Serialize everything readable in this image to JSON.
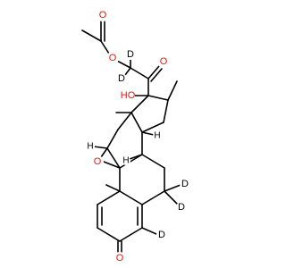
{
  "molecule": {
    "atom_labels": {
      "ester_carbonyl_O": "O",
      "ester_O": "O",
      "ketone_O": "O",
      "hydroxyl": "HO",
      "epoxide_O": "O",
      "ring_ketone_O": "O",
      "deuterium_1": "D",
      "deuterium_2": "D",
      "deuterium_3": "D",
      "deuterium_4": "D",
      "deuterium_5": "D",
      "hydrogen_1": "H",
      "hydrogen_2": "H",
      "hydrogen_3": "H"
    },
    "colors": {
      "oxygen": "#ff0d0d",
      "bond": "#000000",
      "label": "#000000"
    }
  }
}
